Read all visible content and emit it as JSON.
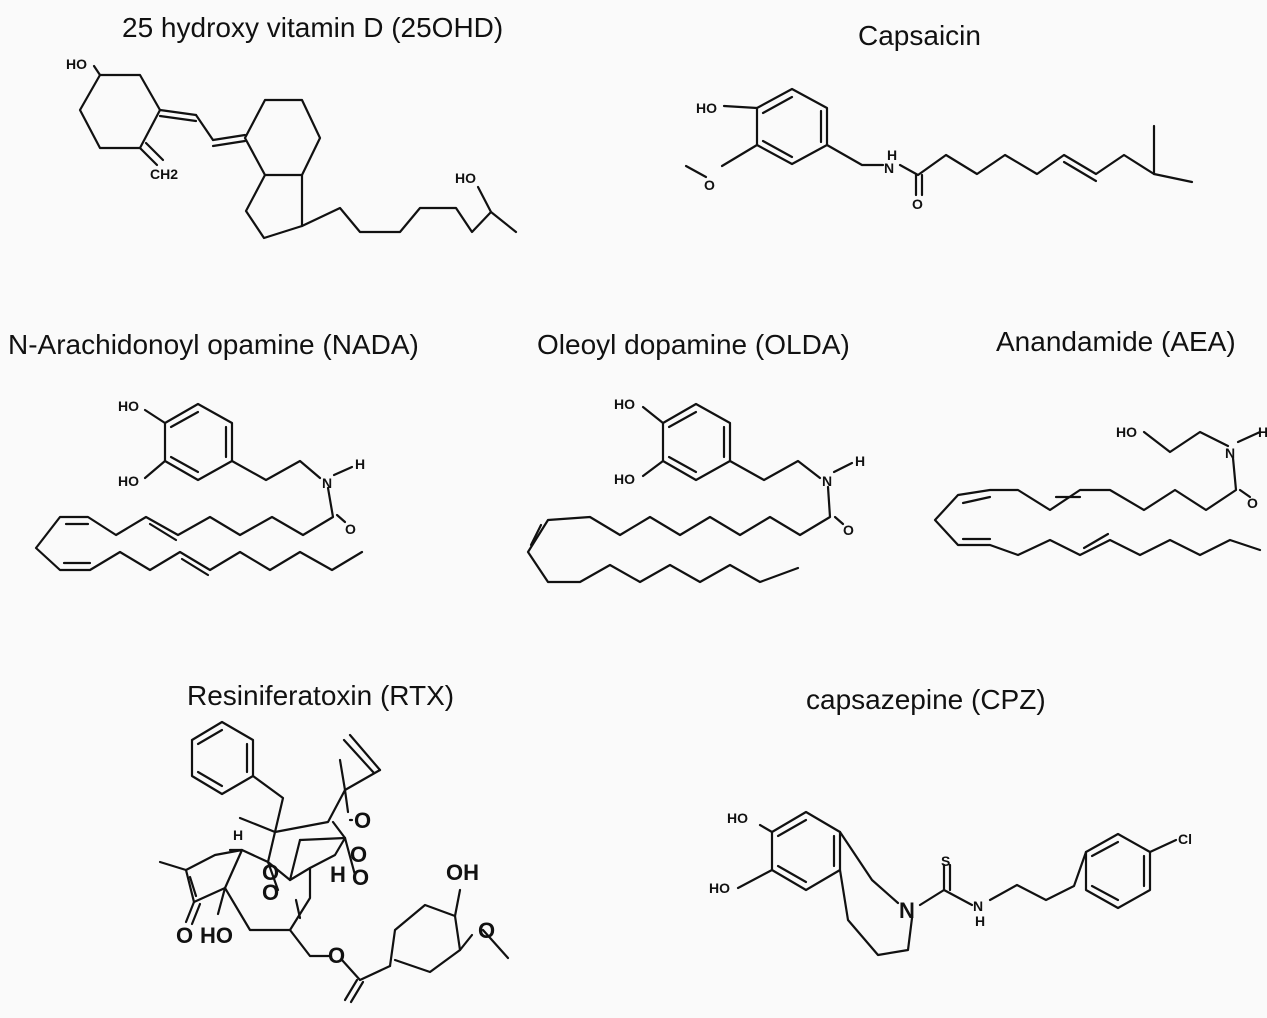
{
  "molecules": [
    {
      "id": "25ohd",
      "title": "25 hydroxy vitamin D (25OHD)",
      "atoms": {
        "ho1": "HO",
        "ch2": "CH2",
        "ho2": "HO"
      }
    },
    {
      "id": "capsaicin",
      "title": "Capsaicin",
      "atoms": {
        "ho": "HO",
        "o_methoxy": "O",
        "h": "H",
        "n": "N",
        "o": "O"
      }
    },
    {
      "id": "nada",
      "title": "N-Arachidonoyl opamine (NADA)",
      "atoms": {
        "ho1": "HO",
        "ho2": "HO",
        "n": "N",
        "h": "H",
        "o": "O"
      }
    },
    {
      "id": "olda",
      "title": "Oleoyl dopamine (OLDA)",
      "atoms": {
        "ho1": "HO",
        "ho2": "HO",
        "n": "N",
        "h": "H",
        "o": "O"
      }
    },
    {
      "id": "aea",
      "title": "Anandamide (AEA)",
      "atoms": {
        "ho": "HO",
        "n": "N",
        "h": "H",
        "o": "O"
      }
    },
    {
      "id": "rtx",
      "title": "Resiniferatoxin (RTX)",
      "atoms": {
        "h1": "H",
        "o1": "O",
        "o2": "O",
        "o3": "O",
        "o4": "O",
        "h2": "H",
        "o5": "O",
        "ho": "HO",
        "oh": "OH",
        "o6": "O",
        "o7": "O",
        "o8": "O"
      }
    },
    {
      "id": "cpz",
      "title": "capsazepine (CPZ)",
      "atoms": {
        "ho1": "HO",
        "ho2": "HO",
        "s": "S",
        "n1": "N",
        "n2": "N",
        "h": "H",
        "cl": "Cl"
      }
    }
  ]
}
